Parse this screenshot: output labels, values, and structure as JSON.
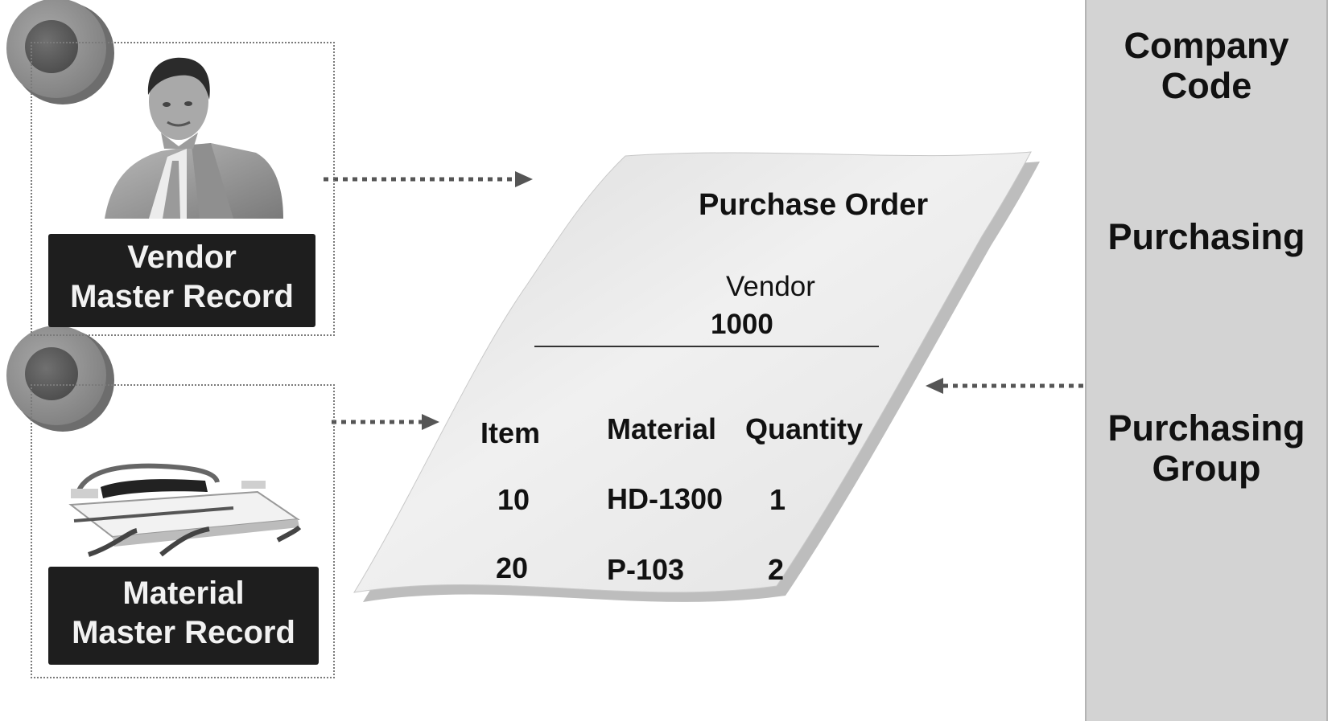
{
  "vendor_record": {
    "label": "Vendor\nMaster Record",
    "image": "businessman-photo"
  },
  "material_record": {
    "label": "Material\nMaster Record",
    "image": "bed-photo"
  },
  "purchase_order": {
    "title": "Purchase Order",
    "vendor_label": "Vendor",
    "vendor_number": "1000",
    "columns": [
      "Item",
      "Material",
      "Quantity"
    ],
    "rows": [
      {
        "item": "10",
        "material": "HD-1300",
        "quantity": "1"
      },
      {
        "item": "20",
        "material": "P-103",
        "quantity": "2"
      }
    ]
  },
  "org_levels": {
    "company_code": "Company\nCode",
    "purchasing": "Purchasing",
    "purchasing_group": "Purchasing\nGroup"
  },
  "colors": {
    "panel": "#d3d3d3",
    "label_bg": "#1e1e1e",
    "document": "#e9e9e9",
    "arrow": "#555555"
  }
}
